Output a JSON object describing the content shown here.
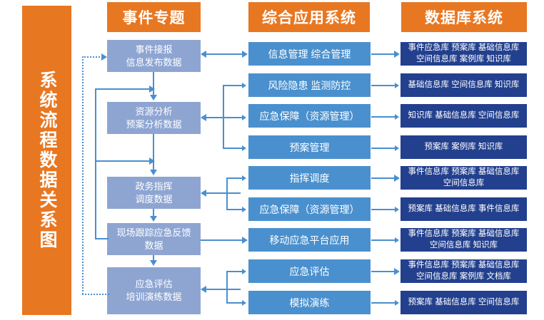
{
  "banner": {
    "title": "系统流程数据关系图"
  },
  "columns": {
    "event_topic": {
      "header": "事件专题",
      "items": [
        {
          "line1": "事件接报",
          "line2": "信息发布数据"
        },
        {
          "line1": "资源分析",
          "line2": "预案分析数据"
        },
        {
          "line1": "政务指挥",
          "line2": "调度数据"
        },
        {
          "line1": "现场跟踪应急反馈",
          "line2": "数据"
        },
        {
          "line1": "应急评估",
          "line2": "培训演练数据"
        }
      ]
    },
    "integrated_application_system": {
      "header": "综合应用系统",
      "items": [
        {
          "label": "信息管理  综合管理"
        },
        {
          "label": "风险隐患  监测防控"
        },
        {
          "label": "应急保障（资源管理）"
        },
        {
          "label": "预案管理"
        },
        {
          "label": "指挥调度"
        },
        {
          "label": "应急保障（资源管理）"
        },
        {
          "label": "移动应急平台应用"
        },
        {
          "label": "应急评估"
        },
        {
          "label": "模拟演练"
        }
      ]
    },
    "database_system": {
      "header": "数据库系统",
      "items": [
        {
          "line1": "事件应急库  预案库  基础信息库",
          "line2": "空间信息库  案例库  知识库"
        },
        {
          "line1": "基础信息库  空间信息库  知识库",
          "line2": ""
        },
        {
          "line1": "知识库  基础信息库  空间信息库",
          "line2": ""
        },
        {
          "line1": "预案库  案例库  知识库",
          "line2": ""
        },
        {
          "line1": "事件信息库  预案库  基础信息库",
          "line2": "空间信息库"
        },
        {
          "line1": "预案库  基础信息库  事件信息库",
          "line2": ""
        },
        {
          "line1": "事件信息库  预案库  基础信息库",
          "line2": "空间信息库  知识库"
        },
        {
          "line1": "事件信息库  预案库  基础信息库",
          "line2": "空间信息库  案例库  文档库"
        },
        {
          "line1": "预案库  基础信息库  空间信息库",
          "line2": ""
        }
      ]
    }
  },
  "colors": {
    "orange": "#E87722",
    "periwinkle": "#8EA5D2",
    "medium_blue": "#4A90CE",
    "navy": "#23408E",
    "connector": "#4A8FD0"
  }
}
